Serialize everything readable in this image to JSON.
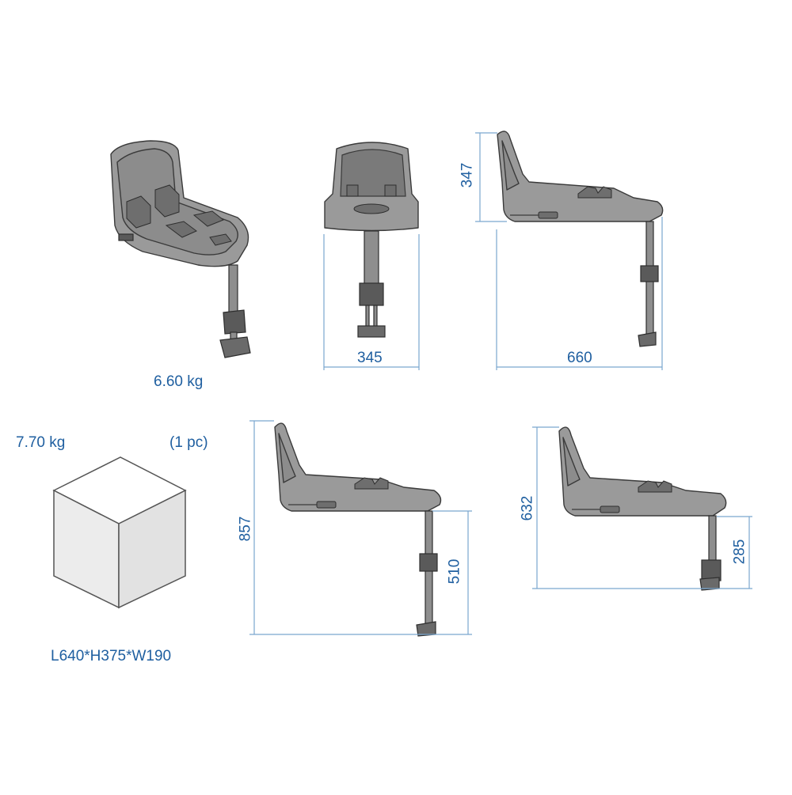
{
  "weights": {
    "product": "6.60 kg",
    "package": "7.70 kg",
    "quantity": "(1 pc)"
  },
  "package_size": "L640*H375*W190",
  "dimensions": {
    "front_width": "345",
    "side_length": "660",
    "side_shell_height": "347",
    "max_total_height": "857",
    "max_leg_height": "510",
    "min_total_height": "632",
    "min_leg_height": "285"
  },
  "colors": {
    "label_text": "#1f5fa0",
    "dimension_line": "#7aa6cf",
    "product_fill": "#8c8c8c",
    "outline": "#3a3a3a"
  }
}
